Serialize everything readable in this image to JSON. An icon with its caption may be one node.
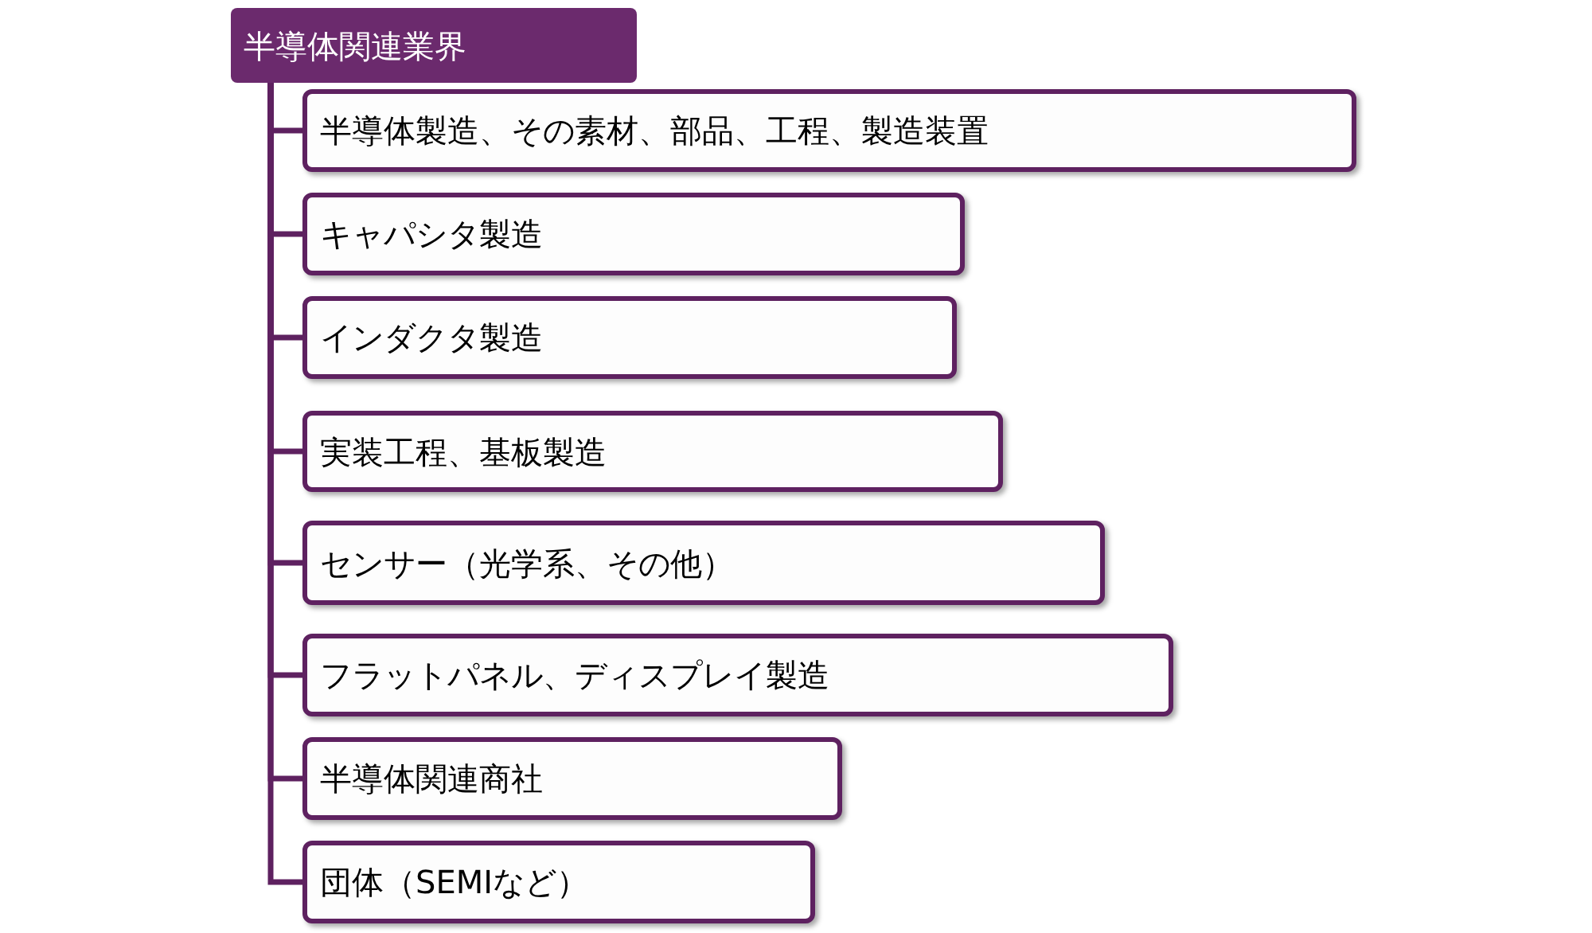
{
  "diagram": {
    "nodes": [
      {
        "text": [
          "半導体関連業界"
        ]
      },
      {
        "text": [
          "半導体製造、その素材、部品、工程、製造装置"
        ]
      },
      {
        "text": [
          "キャパシタ製造"
        ]
      },
      {
        "text": [
          "インダクタ製造"
        ]
      },
      {
        "text": [
          "実装工程、基板製造"
        ]
      },
      {
        "text": [
          "センサー（光学系、その他）"
        ]
      },
      {
        "text": [
          "フラットパネル、ディスプレイ製造"
        ]
      },
      {
        "text": [
          "半導体関連商社"
        ]
      },
      {
        "text": [
          "団体（SEMIなど）"
        ]
      }
    ],
    "edges": [
      {
        "from": 0,
        "to": 1,
        "arrow": "none"
      },
      {
        "from": 0,
        "to": 2,
        "arrow": "none"
      },
      {
        "from": 0,
        "to": 3,
        "arrow": "none"
      },
      {
        "from": 0,
        "to": 4,
        "arrow": "none"
      },
      {
        "from": 0,
        "to": 5,
        "arrow": "none"
      },
      {
        "from": 0,
        "to": 6,
        "arrow": "none"
      },
      {
        "from": 0,
        "to": 7,
        "arrow": "none"
      },
      {
        "from": 0,
        "to": 8,
        "arrow": "none"
      }
    ]
  }
}
